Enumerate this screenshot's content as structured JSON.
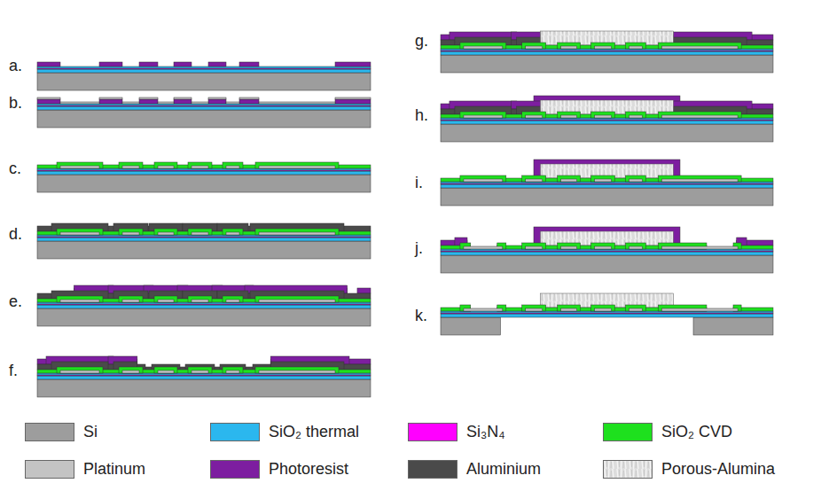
{
  "diagram": {
    "labels": [
      "a.",
      "b.",
      "c.",
      "d.",
      "e.",
      "f.",
      "g.",
      "h.",
      "i.",
      "j.",
      "k."
    ],
    "legend": [
      {
        "text": "Si",
        "color": "#9d9d9d"
      },
      {
        "text": "SiO₂ thermal",
        "color": "#2bb7ee"
      },
      {
        "text": "Si₃N₄",
        "color": "#ff00ff"
      },
      {
        "text": "SiO₂ CVD",
        "color": "#1ee01e"
      },
      {
        "text": "Platinum",
        "color": "#c3c3c3"
      },
      {
        "text": "Photoresist",
        "color": "#7d1ea0"
      },
      {
        "text": "Aluminium",
        "color": "#4a4a4a"
      },
      {
        "text": "Porous-Alumina"
      }
    ]
  }
}
